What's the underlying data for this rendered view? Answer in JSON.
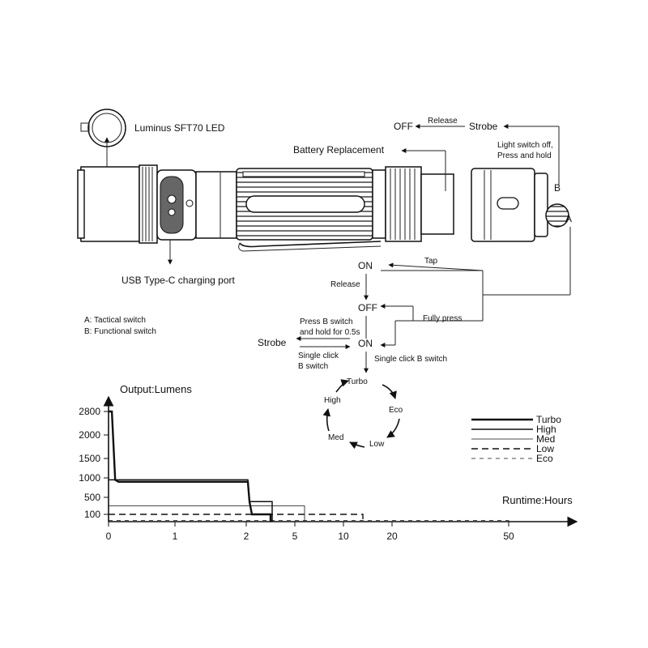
{
  "flashlight": {
    "led_label": "Luminus SFT70 LED",
    "battery_label": "Battery Replacement",
    "usb_label": "USB Type-C charging port",
    "switch_a_mark": "A",
    "switch_b_mark": "B",
    "legend_a": "A: Tactical switch",
    "legend_b": "B: Functional switch"
  },
  "flow": {
    "off_top": "OFF",
    "release_top": "Release",
    "strobe_top": "Strobe",
    "light_off_line1": "Light switch off,",
    "light_off_line2": "Press and hold",
    "on_1": "ON",
    "tap": "Tap",
    "release": "Release",
    "off_mid": "OFF",
    "fully_press": "Fully press",
    "press_b_line1": "Press B switch",
    "press_b_line2": "and hold for 0.5s",
    "strobe_left": "Strobe",
    "on_2": "ON",
    "single_click_line1": "Single click",
    "single_click_line2": "B switch",
    "single_click_b": "Single click B switch"
  },
  "mode_cycle": [
    "Turbo",
    "Eco",
    "Low",
    "Med",
    "High"
  ],
  "chart_data": {
    "type": "line",
    "ylabel": "Output:Lumens",
    "xlabel": "Runtime:Hours",
    "y_ticks": [
      "2800",
      "2000",
      "1500",
      "1000",
      "500",
      "100"
    ],
    "x_ticks": [
      "0",
      "1",
      "2",
      "5",
      "10",
      "20",
      "50"
    ],
    "series": [
      {
        "name": "Turbo",
        "x": [
          0,
          0.05,
          0.1,
          0.15,
          0.2,
          2.1,
          2.2,
          2.35,
          3.5,
          3.5
        ],
        "y": [
          2800,
          2800,
          950,
          900,
          900,
          900,
          400,
          100,
          100,
          0
        ]
      },
      {
        "name": "High",
        "x": [
          0,
          0.2,
          2.1,
          2.2,
          3.6,
          3.6
        ],
        "y": [
          950,
          950,
          950,
          400,
          400,
          0
        ]
      },
      {
        "name": "Med",
        "x": [
          0,
          6,
          6
        ],
        "y": [
          300,
          300,
          0
        ]
      },
      {
        "name": "Low",
        "x": [
          0,
          14,
          14
        ],
        "y": [
          100,
          100,
          0
        ]
      },
      {
        "name": "Eco",
        "x": [
          0,
          50,
          50
        ],
        "y": [
          15,
          15,
          0
        ]
      }
    ]
  }
}
